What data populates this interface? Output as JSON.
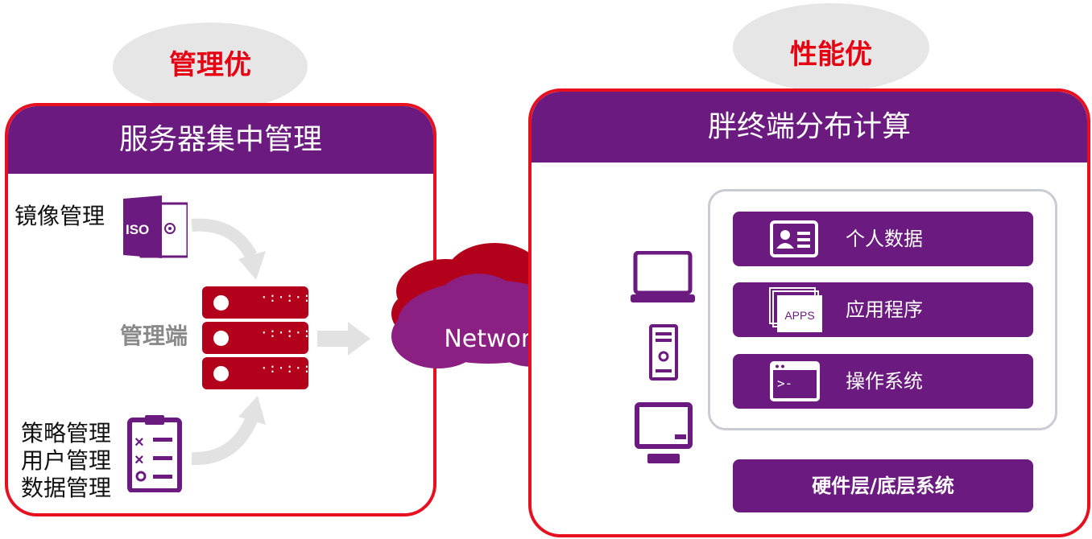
{
  "left_panel": {
    "badge": "管理优",
    "header": "服务器集中管理",
    "iso_item": {
      "label": "镜像管理",
      "icon_text": "ISO"
    },
    "server_label": "管理端",
    "policy_labels": [
      "策略管理",
      "用户管理",
      "数据管理"
    ]
  },
  "network": {
    "label": "Network"
  },
  "right_panel": {
    "badge": "性能优",
    "header": "胖终端分布计算",
    "stack": [
      {
        "label": "个人数据",
        "icon": "id-card-icon"
      },
      {
        "label": "应用程序",
        "icon": "apps-icon",
        "icon_text": "APPS"
      },
      {
        "label": "操作系统",
        "icon": "terminal-icon",
        "icon_text": ">-"
      }
    ],
    "hardware": "硬件层/底层系统"
  },
  "colors": {
    "purple": "#6b1b7f",
    "red_border": "#e8101e",
    "badge_text": "#e60012",
    "server_red": "#b3001b",
    "cloud_dark": "#b3001b",
    "arrow_gray": "#e0e0e0"
  }
}
